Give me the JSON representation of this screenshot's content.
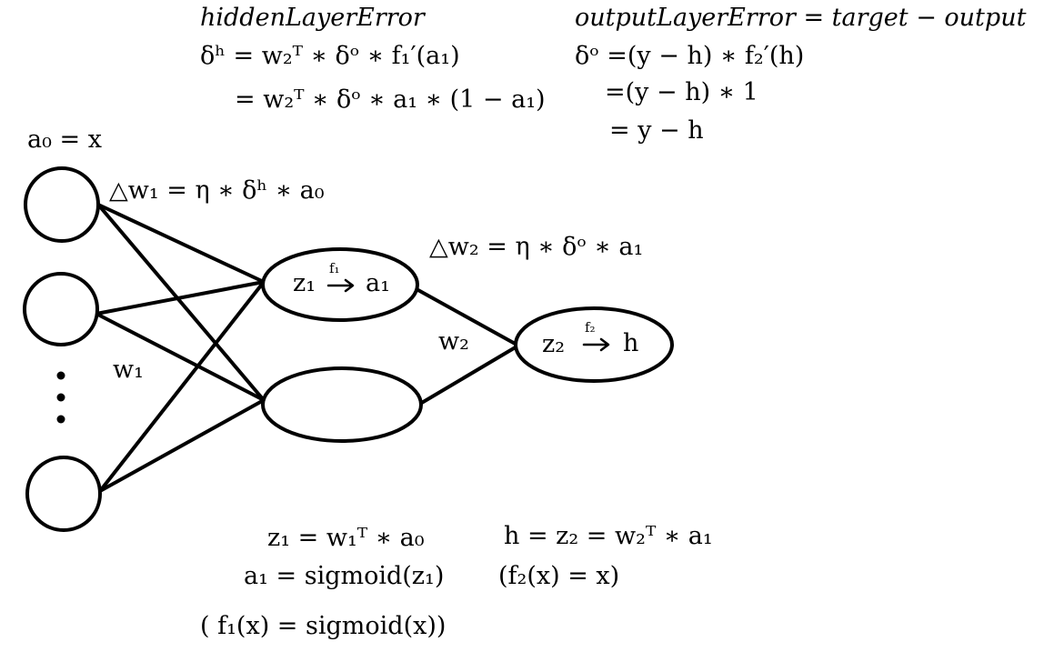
{
  "equations": {
    "hidden_error_title": "hiddenLayerError",
    "hidden_error_line1": "δʰ = w₂ᵀ ∗ δᵒ ∗ f₁′(a₁)",
    "hidden_error_line2": "= w₂ᵀ ∗ δᵒ ∗ a₁ ∗ (1 − a₁)",
    "output_error_title": "outputLayerError = target − output",
    "output_error_line1": "δᵒ =(y − h) ∗ f₂′(h)",
    "output_error_line2": "=(y − h) ∗ 1",
    "output_error_line3": "= y − h",
    "input_label": "a₀ = x",
    "delta_w1": "△w₁ = η ∗ δʰ ∗ a₀",
    "delta_w2": "△w₂ = η ∗ δᵒ ∗ a₁",
    "w1_label": "w₁",
    "w2_label": "w₂",
    "hidden_z1": "z₁",
    "hidden_f1": "f₁",
    "hidden_a1": "a₁",
    "output_z2": "z₂",
    "output_f2": "f₂",
    "output_h": "h",
    "z1_formula": "z₁ = w₁ᵀ ∗ a₀",
    "a1_formula": "a₁ = sigmoid(z₁)",
    "f1_formula": "( f₁(x) = sigmoid(x))",
    "h_formula": "h = z₂ = w₂ᵀ ∗ a₁",
    "f2_formula": "(f₂(x) = x)"
  }
}
